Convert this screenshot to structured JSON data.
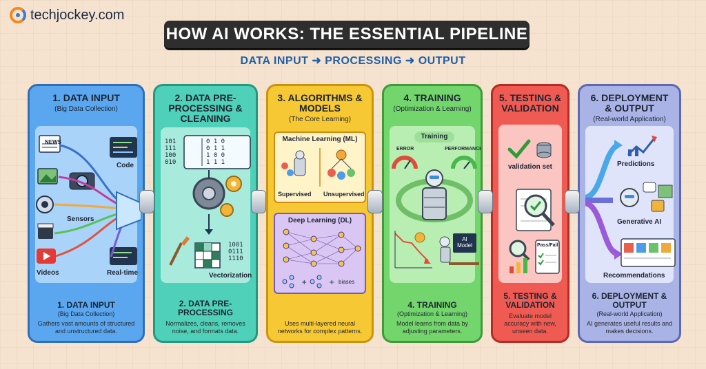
{
  "brand": {
    "name": "techjockey.com"
  },
  "header": {
    "title": "HOW AI WORKS: THE ESSENTIAL PIPELINE",
    "subtitle": "DATA INPUT ➜ PROCESSING ➜ OUTPUT"
  },
  "colors": {
    "panel1": "#5aa7f0",
    "panel2": "#4fd0b8",
    "panel3": "#f6c834",
    "panel4": "#73d66c",
    "panel5": "#ef5b52",
    "panel6": "#a9b3e6"
  },
  "panels": [
    {
      "title": "1. DATA INPUT",
      "subtitle": "(Big Data Collection)",
      "labels": [
        "NEWS",
        "Code",
        "Sensors",
        "Videos",
        "Real-time"
      ],
      "footer_title": "1. DATA INPUT",
      "footer_subtitle": "(Big Data Collection)",
      "footer_desc": "Gathers vast amounts of structured and unstructured data."
    },
    {
      "title": "2. DATA PRE-PROCESSING & CLEANING",
      "subtitle": "",
      "labels": [
        "Vectorization"
      ],
      "matrix_left": "101\n111\n100\n010",
      "matrix_right": "0 1 0\n0 1 1\n1 0 0\n1 1 1",
      "vector_text": "1001\n0111\n1110",
      "footer_title": "2. DATA PRE-PROCESSING",
      "footer_subtitle": "",
      "footer_desc": "Normalizes, cleans, removes noise, and formats data."
    },
    {
      "title": "3. ALGORITHMS & MODELS",
      "subtitle": "(The Core Learning)",
      "ml_title": "Machine Learning (ML)",
      "ml_labels": [
        "Supervised",
        "Unsupervised"
      ],
      "dl_title": "Deep Learning (DL)",
      "dl_labels": [
        "biases"
      ],
      "footer_title": "",
      "footer_subtitle": "",
      "footer_desc": "Uses multi-layered neural networks for complex patterns."
    },
    {
      "title": "4. TRAINING",
      "subtitle": "(Optimization & Learning)",
      "badge": "Training",
      "gauge_labels": [
        "ERROR",
        "PERFORMANCE"
      ],
      "screen_text": "AI Model",
      "footer_title": "4. TRAINING",
      "footer_subtitle": "(Optimization & Learning)",
      "footer_desc": "Model learns from data by adjusting parameters."
    },
    {
      "title": "5. TESTING & VALIDATION",
      "subtitle": "",
      "labels": [
        "validation set"
      ],
      "clipboard_text": "Pass/Fail",
      "footer_title": "5. TESTING & VALIDATION",
      "footer_subtitle": "",
      "footer_desc": "Evaluate model accuracy with new, unseen data."
    },
    {
      "title": "6. DEPLOYMENT & OUTPUT",
      "subtitle": "(Real-world Application)",
      "labels": [
        "Predictions",
        "Generative AI",
        "Recommendations"
      ],
      "footer_title": "6. DEPLOYMENT & OUTPUT",
      "footer_subtitle": "(Real-world Application)",
      "footer_desc": "AI generates useful results and makes decisions."
    }
  ]
}
